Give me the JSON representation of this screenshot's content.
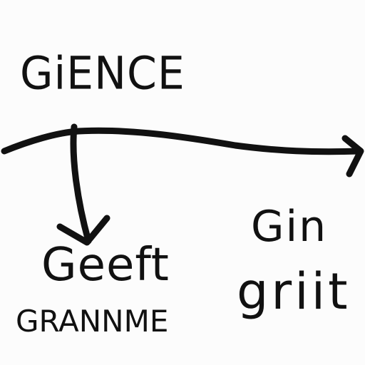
{
  "diagram": {
    "top_label": "GiENCE",
    "branch_labels": {
      "down_line1": "Geeft",
      "down_line2": "GRANNME",
      "right_line1": "Gin",
      "right_line2": "griit"
    },
    "colors": {
      "ink": "#111111",
      "paper": "#fcfcfc"
    }
  }
}
